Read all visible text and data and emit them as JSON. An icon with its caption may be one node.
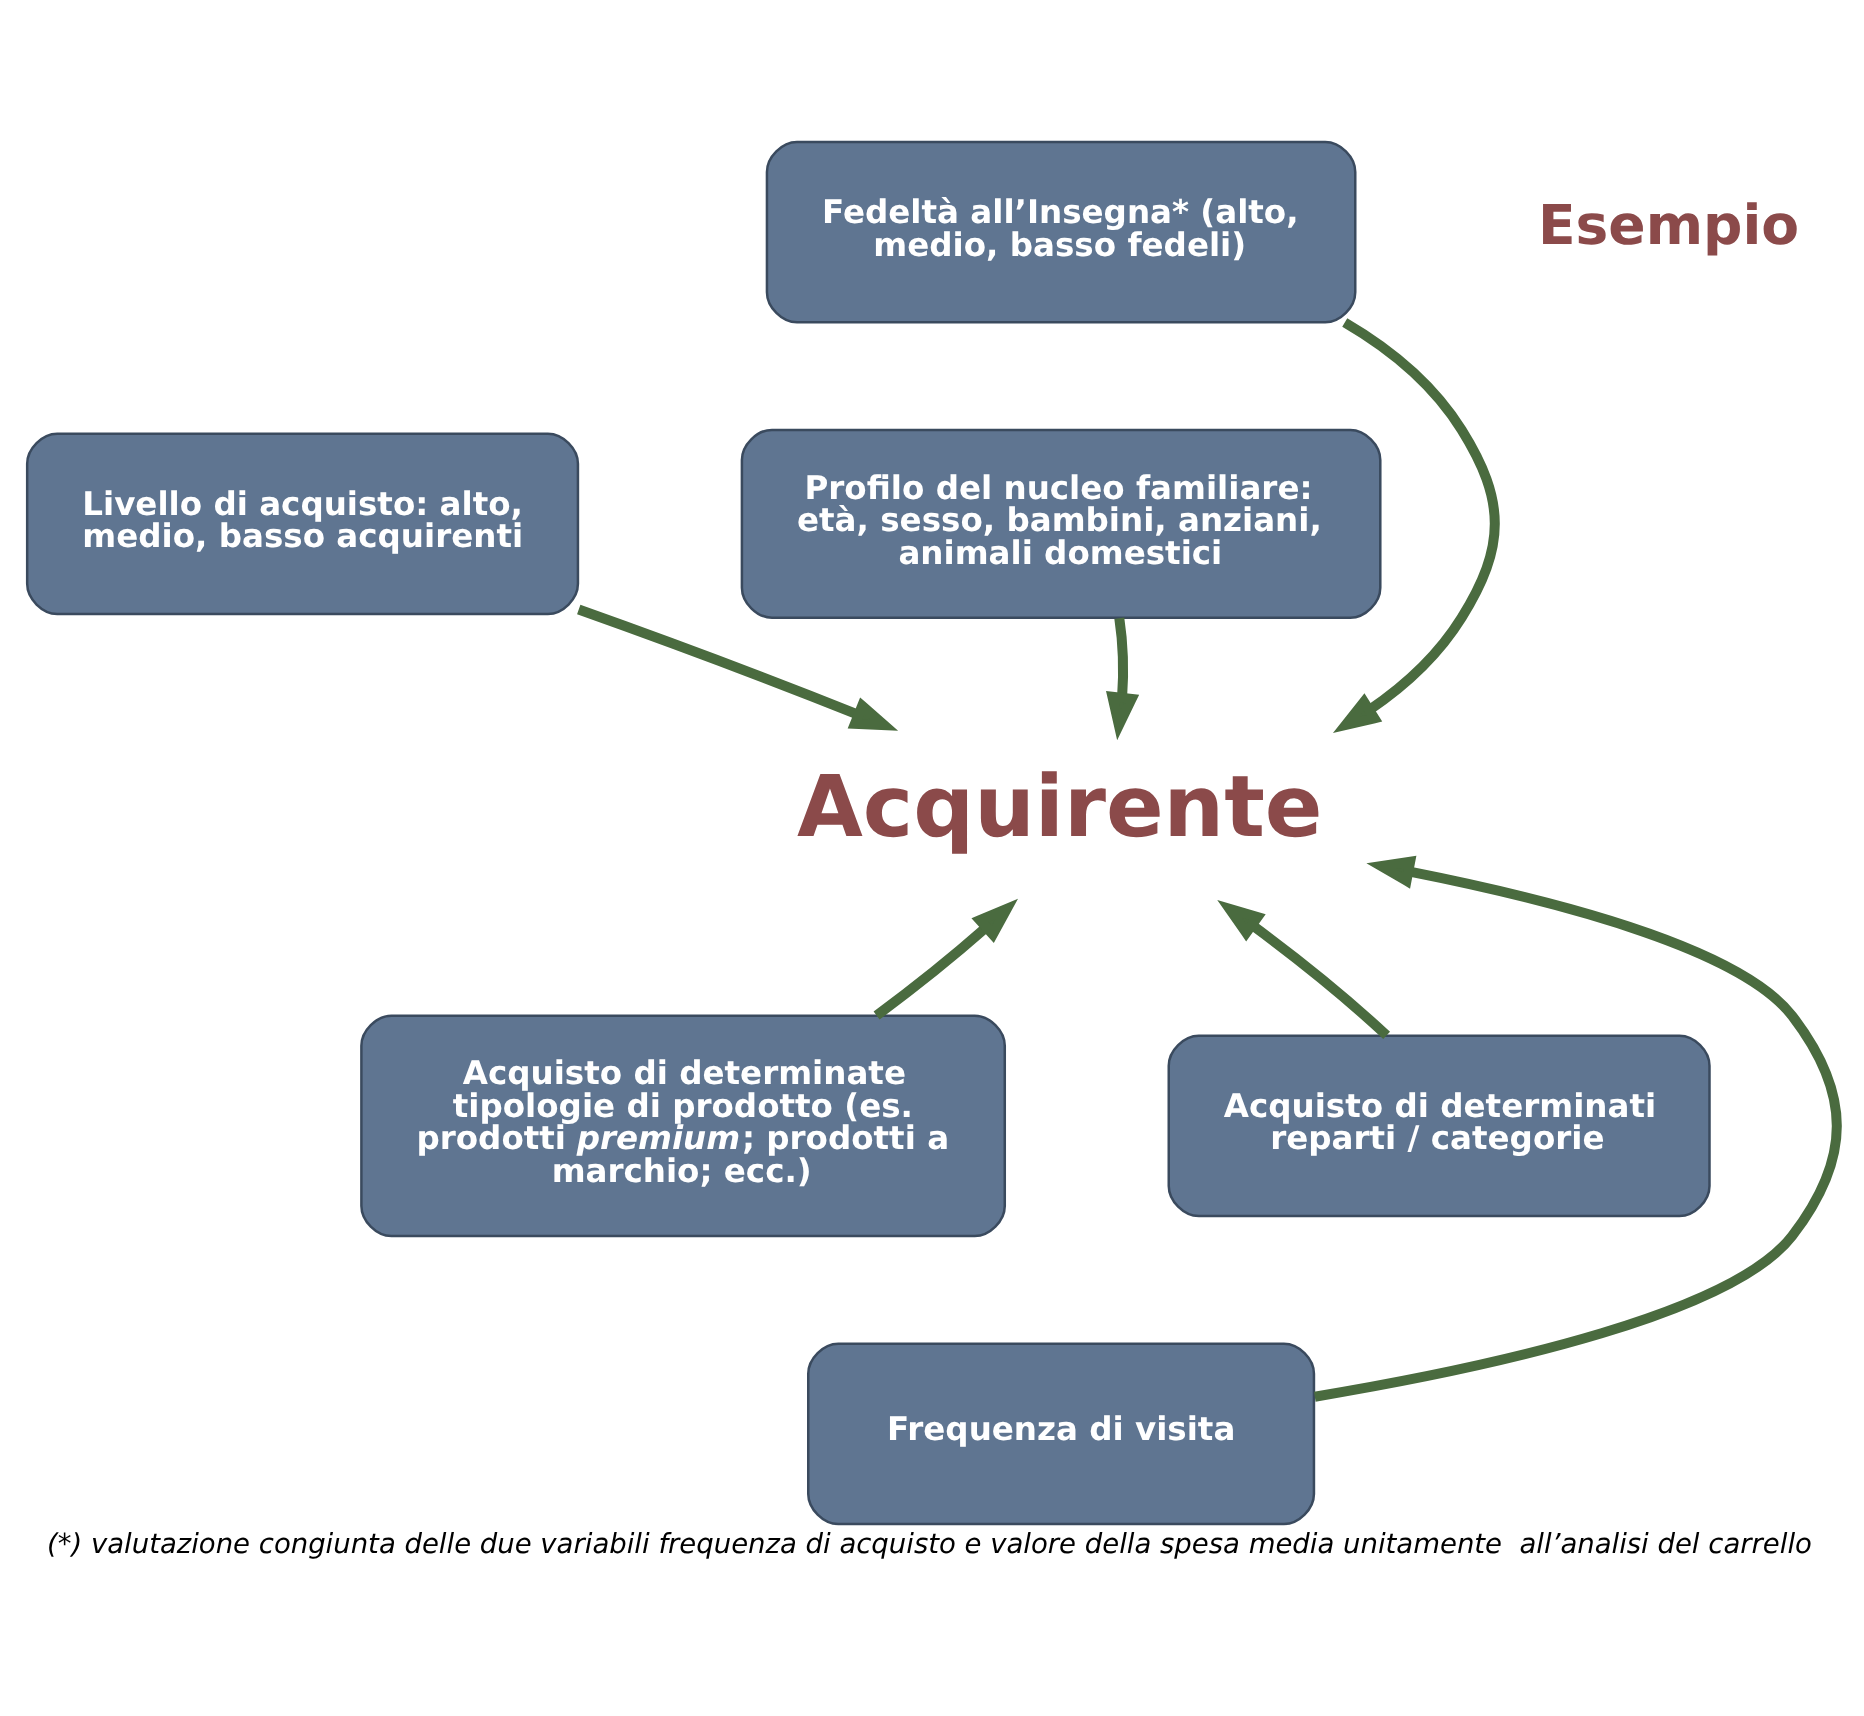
{
  "diagram": {
    "caption": "(*) valutazione congiunta delle due variabili frequenza di acquisto e valore della spesa media unitamente  all’analisi del carrello",
    "nodes": [
      {
        "text": [
          "Fedeltà all’Insegna* (alto, medio, basso fedeli)"
        ]
      },
      {
        "text": [
          "Livello di acquisto: alto, medio, basso acquirenti"
        ]
      },
      {
        "text": [
          "Profilo del nucleo familiare: età, sesso, bambini, anziani, animali domestici"
        ]
      },
      {
        "text": [
          "Acquirente"
        ]
      },
      {
        "text": [
          "Acquisto di determinate tipologie di prodotto (es. prodotti *premium*; prodotti a marchio; ecc.)"
        ]
      },
      {
        "text": [
          "Acquisto di determinati reparti / categorie"
        ]
      },
      {
        "text": [
          "Frequenza di visita"
        ]
      }
    ],
    "edges": [
      {
        "from": 0,
        "to": 3,
        "arrow": "to"
      },
      {
        "from": 1,
        "to": 3,
        "arrow": "to"
      },
      {
        "from": 2,
        "to": 3,
        "arrow": "to"
      },
      {
        "from": 4,
        "to": 3,
        "arrow": "to"
      },
      {
        "from": 5,
        "to": 3,
        "arrow": "to"
      },
      {
        "from": 6,
        "to": 3,
        "arrow": "to"
      }
    ],
    "labels": [
      "Esempio"
    ]
  }
}
